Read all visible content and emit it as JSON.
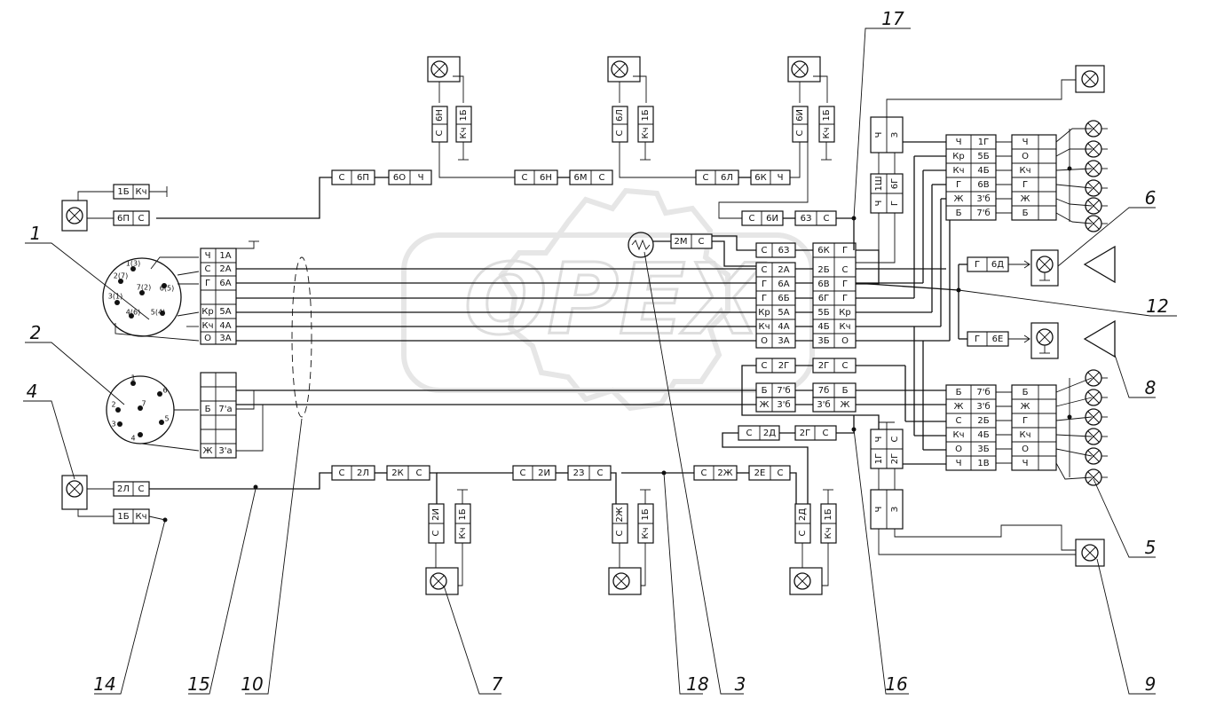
{
  "watermark": "OPEX",
  "callouts": [
    "1",
    "2",
    "3",
    "4",
    "5",
    "6",
    "7",
    "8",
    "9",
    "10",
    "12",
    "14",
    "15",
    "16",
    "17",
    "18"
  ],
  "connector1_pins": [
    "1(3)",
    "2(7)",
    "3(1)",
    "4(6)",
    "5(4)",
    "6(5)",
    "7(2)"
  ],
  "connector2_pins": [
    "1",
    "2",
    "3",
    "4",
    "5",
    "6",
    "7"
  ],
  "left_block_top": [
    [
      "Ч",
      "1А"
    ],
    [
      "С",
      "2А"
    ],
    [
      "Г",
      "6А"
    ],
    [
      "",
      ""
    ],
    [
      "Кр",
      "5А"
    ],
    [
      "Кч",
      "4А"
    ],
    [
      "О",
      "3А"
    ]
  ],
  "left_block_bottom": [
    [
      "",
      ""
    ],
    [
      "",
      ""
    ],
    [
      "Б",
      "7'а"
    ],
    [
      "",
      ""
    ],
    [
      "",
      ""
    ],
    [
      "Ж",
      "3'а"
    ]
  ],
  "center_left_block": [
    [
      "С",
      "2А"
    ],
    [
      "Г",
      "6А"
    ],
    [
      "Г",
      "6Б"
    ],
    [
      "Кр",
      "5А"
    ],
    [
      "Кч",
      "4А"
    ],
    [
      "О",
      "3А"
    ]
  ],
  "center_right_block": [
    [
      "6К",
      "Г"
    ],
    [
      "2Б",
      "С"
    ],
    [
      "6В",
      "Г"
    ],
    [
      "6Г",
      "Г"
    ],
    [
      "5Б",
      "Кр"
    ],
    [
      "4Б",
      "Кч"
    ],
    [
      "3Б",
      "О"
    ]
  ],
  "top_lamp_row1": [
    "С",
    "6П",
    "6О",
    "Ч"
  ],
  "top_lamp_row2": [
    "С",
    "6Н",
    "6М",
    "С"
  ],
  "top_lamp_row3": [
    "С",
    "6Л",
    "6К",
    "Ч"
  ],
  "top_row4": [
    "С",
    "6И",
    "6З",
    "С"
  ],
  "row_6Z": [
    "С",
    "6З",
    "6К",
    "Г"
  ],
  "motor_label": [
    "2М",
    "С"
  ],
  "lamp_tl_top": [
    "1Б",
    "Кч"
  ],
  "lamp_tl_bottom": [
    "6П",
    "С"
  ],
  "vlabels_top": [
    [
      "С",
      "6Н"
    ],
    [
      "Кч",
      "1Б"
    ],
    [
      "С",
      "6Л"
    ],
    [
      "Кч",
      "1Б"
    ],
    [
      "С",
      "6И"
    ],
    [
      "Кч",
      "1Б"
    ]
  ],
  "bottom_row1": [
    "С",
    "2Л",
    "2К",
    "С"
  ],
  "bottom_row2": [
    "С",
    "2И",
    "2З",
    "С"
  ],
  "bottom_row3": [
    "С",
    "2Ж",
    "2Е",
    "С"
  ],
  "bottom_row_2D": [
    "С",
    "2Д",
    "2Г",
    "С"
  ],
  "lamp_bl_top": [
    "2Л",
    "С"
  ],
  "lamp_bl_bottom": [
    "1Б",
    "Кч"
  ],
  "vlabels_bottom": [
    [
      "2И",
      "С"
    ],
    [
      "1Б",
      "Кч"
    ],
    [
      "2Ж",
      "С"
    ],
    [
      "1Б",
      "Кч"
    ],
    [
      "2Д",
      "С"
    ],
    [
      "1Б",
      "Кч"
    ]
  ],
  "center_2g": [
    "С",
    "2Г",
    "2Г",
    "С"
  ],
  "center_7b": [
    "Б",
    "7'б",
    "7б",
    "Б"
  ],
  "center_3b": [
    "Ж",
    "3'б",
    "3'б",
    "Ж"
  ],
  "right_top_block_left": [
    [
      "Ч",
      "1Г"
    ],
    [
      "Кр",
      "5Б"
    ],
    [
      "Кч",
      "4Б"
    ],
    [
      "Г",
      "6В"
    ],
    [
      "Ж",
      "3'б"
    ],
    [
      "Б",
      "7'б"
    ]
  ],
  "right_top_block_right": [
    "Ч",
    "О",
    "Кч",
    "Г",
    "Ж",
    "Б"
  ],
  "right_bottom_block_left": [
    [
      "Б",
      "7'б"
    ],
    [
      "Ж",
      "3'б"
    ],
    [
      "С",
      "2Б"
    ],
    [
      "Кч",
      "4Б"
    ],
    [
      "О",
      "3Б"
    ],
    [
      "Ч",
      "1В"
    ]
  ],
  "right_bottom_block_right": [
    "Б",
    "Ж",
    "Г",
    "Кч",
    "О",
    "Ч"
  ],
  "right_mid_6D": [
    "Г",
    "6Д"
  ],
  "right_mid_6E": [
    "Г",
    "6Е"
  ],
  "right_vconn_top": [
    [
      "Ч",
      "З"
    ],
    [
      "Ч",
      "1Ш"
    ],
    [
      "Г",
      "6Г"
    ]
  ],
  "right_vconn_bottom": [
    [
      "Ч",
      "С"
    ],
    [
      "1Г",
      "2Г"
    ],
    [
      "Ч",
      "З"
    ]
  ]
}
